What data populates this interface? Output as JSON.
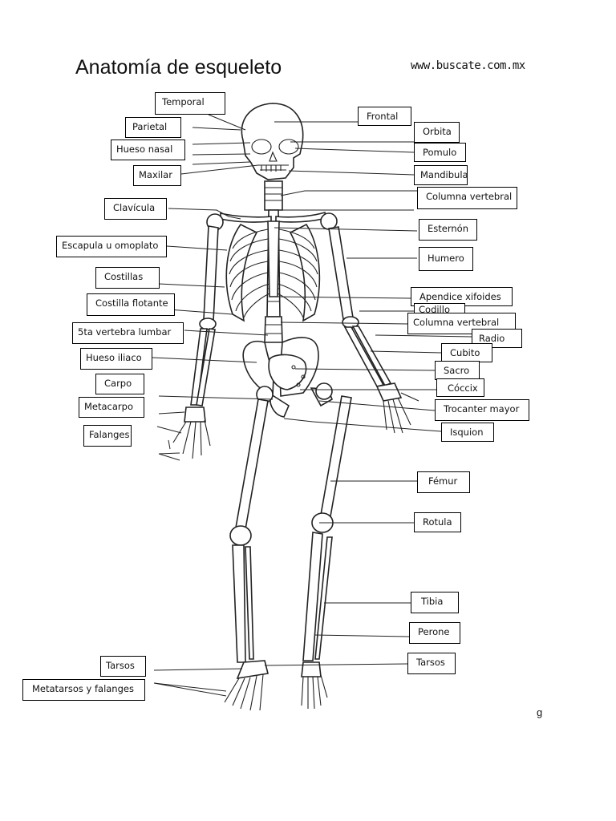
{
  "title": "Anatomía de esqueleto",
  "website": "www.buscate.com.mx",
  "corner_mark": "g",
  "labels": {
    "temporal": "Temporal",
    "parietal": "Parietal",
    "hueso_nasal": "Hueso nasal",
    "maxilar": "Maxilar",
    "clavicula": "Clavícula",
    "escapula": "Escapula u omoplato",
    "costillas": "Costillas",
    "costilla_flotante": "Costilla flotante",
    "vertebra_lumbar": "5ta vertebra lumbar",
    "hueso_iliaco": "Hueso iliaco",
    "carpo": "Carpo",
    "metacarpo": "Metacarpo",
    "falanges": "Falanges",
    "tarsos_left": "Tarsos",
    "metatarsos": "Metatarsos y falanges",
    "frontal": "Frontal",
    "orbita": "Orbita",
    "pomulo": "Pomulo",
    "mandibula": "Mandibula",
    "columna_vertebral_1": "Columna vertebral",
    "esternon": "Esternón",
    "humero": "Humero",
    "apendice": "Apendice xifoides",
    "codillo": "Codillo",
    "columna_vertebral_2": "Columna vertebral",
    "radio": "Radio",
    "cubito": "Cubito",
    "sacro": "Sacro",
    "coccix": "Cóccix",
    "trocanter": "Trocanter mayor",
    "isquion": "Isquion",
    "femur": "Fémur",
    "rotula": "Rotula",
    "tibia": "Tibia",
    "perone": "Perone",
    "tarsos_right": "Tarsos"
  }
}
